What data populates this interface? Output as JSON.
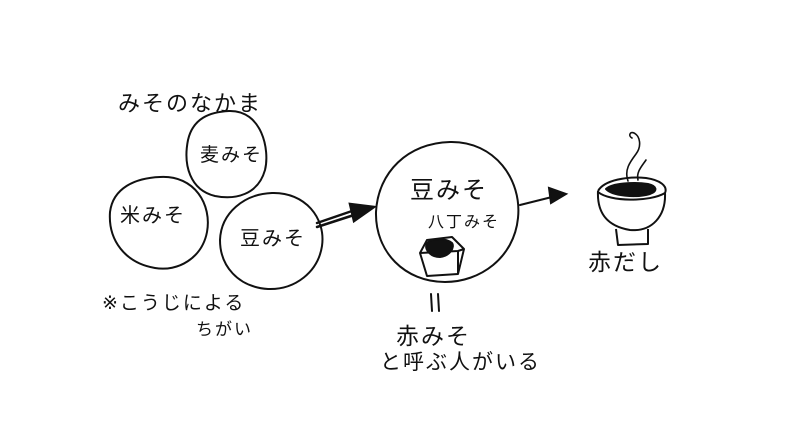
{
  "heading": "みそのなかま",
  "circles": {
    "mugi": "麦みそ",
    "kome": "米みそ",
    "mame": "豆みそ",
    "mame_main": "豆みそ",
    "hatcho": "八丁みそ"
  },
  "notes": {
    "koji_line1": "※こうじによる",
    "koji_line2": "ちがい",
    "equals": "॥",
    "aka_line1": "赤みそ",
    "aka_line2": "と呼ぶ人がいる"
  },
  "result": "赤だし",
  "colors": {
    "ink": "#111111",
    "paper": "#ffffff"
  },
  "icons": [
    "arrow-right-icon",
    "miso-block-icon",
    "soup-bowl-icon",
    "steam-icon"
  ]
}
